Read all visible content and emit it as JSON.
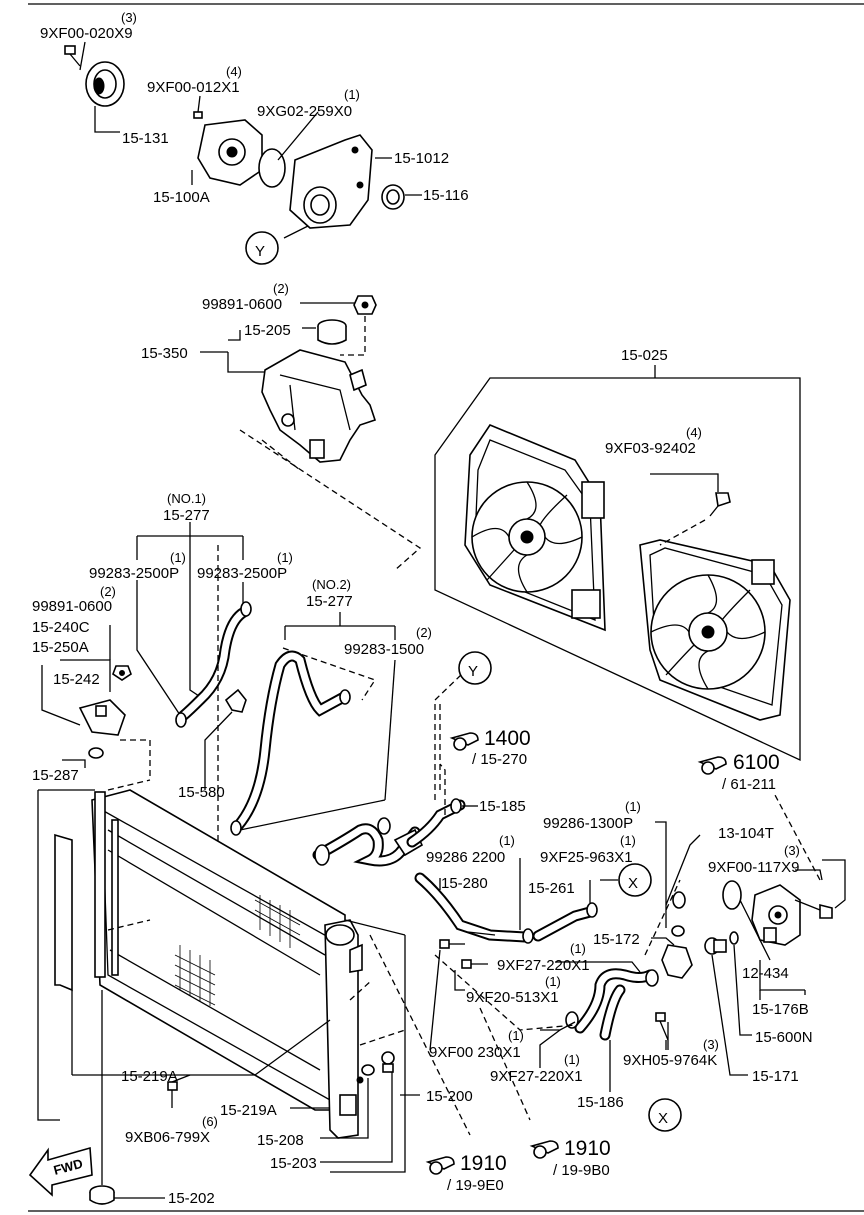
{
  "labels": {
    "p_9xf00_020x9": "9XF00-020X9",
    "q_9xf00_020x9": "(3)",
    "p_15_131": "15-131",
    "p_9xf00_012x1": "9XF00-012X1",
    "q_9xf00_012x1": "(4)",
    "p_9xg02_259x0": "9XG02-259X0",
    "q_9xg02_259x0": "(1)",
    "p_15_1012": "15-1012",
    "p_15_100a": "15-100A",
    "p_15_116": "15-116",
    "p_99891_0600_top": "99891-0600",
    "q_99891_0600_top": "(2)",
    "p_15_205": "15-205",
    "p_15_350": "15-350",
    "p_15_025": "15-025",
    "p_9xf03_92402": "9XF03-92402",
    "q_9xf03_92402": "(4)",
    "p_no1": "(NO.1)",
    "p_15_277_a": "15-277",
    "p_99283_2500p_a": "99283-2500P",
    "q_99283_2500p_a": "(1)",
    "p_99283_2500p_b": "99283-2500P",
    "q_99283_2500p_b": "(1)",
    "p_no2": "(NO.2)",
    "p_15_277_b": "15-277",
    "p_99283_1500": "99283-1500",
    "q_99283_1500": "(2)",
    "p_99891_0600_side": "99891-0600",
    "q_99891_0600_side": "(2)",
    "p_15_240c": "15-240C",
    "p_15_250a": "15-250A",
    "p_15_242": "15-242",
    "p_15_287": "15-287",
    "p_15_580": "15-580",
    "p_ref1400": "1400",
    "p_ref1400_sub": "/ 15-270",
    "p_ref6100": "6100",
    "p_ref6100_sub": "/ 61-211",
    "p_15_185": "15-185",
    "p_99286_1300p": "99286-1300P",
    "q_99286_1300p": "(1)",
    "p_13_104t": "13-104T",
    "p_99286_2200": "99286 2200",
    "q_99286_2200": "(1)",
    "p_9xf25_963x1": "9XF25-963X1",
    "q_9xf25_963x1": "(1)",
    "p_9xf00_117x9": "9XF00-117X9",
    "q_9xf00_117x9": "(3)",
    "p_15_280": "15-280",
    "p_15_261": "15-261",
    "p_15_172": "15-172",
    "p_9xf27_220x1_a": "9XF27-220X1",
    "q_9xf27_220x1_a": "(1)",
    "p_9xf20_513x1": "9XF20-513X1",
    "q_9xf20_513x1": "(1)",
    "p_12_434": "12-434",
    "p_15_176b": "15-176B",
    "p_15_600n": "15-600N",
    "p_9xf00_230x1": "9XF00 230X1",
    "q_9xf00_230x1": "(1)",
    "p_9xf27_220x1_b": "9XF27-220X1",
    "q_9xf27_220x1_b": "(1)",
    "p_9xh05_9764k": "9XH05-9764K",
    "q_9xh05_9764k": "(3)",
    "p_15_171": "15-171",
    "p_15_186": "15-186",
    "p_15_219a_a": "15-219A",
    "p_15_219a_b": "15-219A",
    "p_9xb06_799x": "9XB06-799X",
    "q_9xb06_799x": "(6)",
    "p_15_200": "15-200",
    "p_15_208": "15-208",
    "p_15_203": "15-203",
    "p_ref1910_a": "1910",
    "p_ref1910_a_sub": "/ 19-9E0",
    "p_ref1910_b": "1910",
    "p_ref1910_b_sub": "/ 19-9B0",
    "p_15_202": "15-202",
    "fwd": "FWD",
    "marker_y": "Y",
    "marker_x": "X"
  },
  "colors": {
    "line": "#000000",
    "background": "#ffffff"
  }
}
